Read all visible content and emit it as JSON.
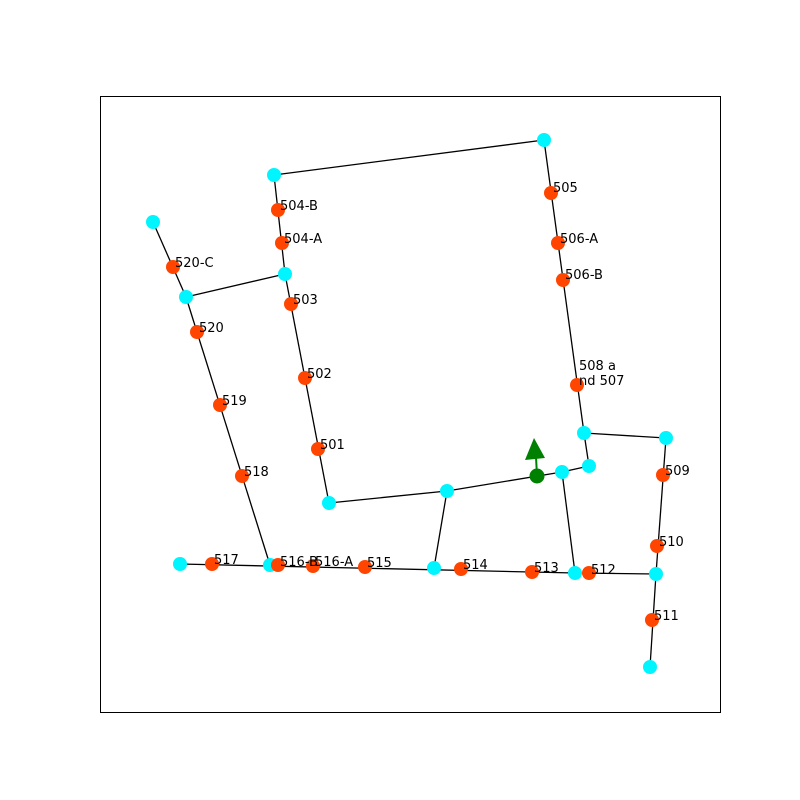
{
  "diagram": {
    "type": "network-graph",
    "colors": {
      "junction": "#00f5ff",
      "stop": "#ff4500",
      "current_position": "#008000",
      "edge": "#000000"
    },
    "stops": [
      {
        "id": "505",
        "label": "505"
      },
      {
        "id": "504-B",
        "label": "504-B"
      },
      {
        "id": "504-A",
        "label": "504-A"
      },
      {
        "id": "506-A",
        "label": "506-A"
      },
      {
        "id": "506-B",
        "label": "506-B"
      },
      {
        "id": "520-C",
        "label": "520-C"
      },
      {
        "id": "503",
        "label": "503"
      },
      {
        "id": "520",
        "label": "520"
      },
      {
        "id": "502",
        "label": "502"
      },
      {
        "id": "508",
        "label": "508 a",
        "label_line2": "nd 507"
      },
      {
        "id": "519",
        "label": "519"
      },
      {
        "id": "501",
        "label": "501"
      },
      {
        "id": "509",
        "label": "509"
      },
      {
        "id": "518",
        "label": "518"
      },
      {
        "id": "510",
        "label": "510"
      },
      {
        "id": "517",
        "label": "517"
      },
      {
        "id": "516-B",
        "label": "516-B"
      },
      {
        "id": "516-A",
        "label": "516-A"
      },
      {
        "id": "515",
        "label": "515"
      },
      {
        "id": "514",
        "label": "514"
      },
      {
        "id": "513",
        "label": "513"
      },
      {
        "id": "512",
        "label": "512"
      },
      {
        "id": "511",
        "label": "511"
      }
    ],
    "current_position": {
      "marker": "green-arrow-up"
    }
  }
}
